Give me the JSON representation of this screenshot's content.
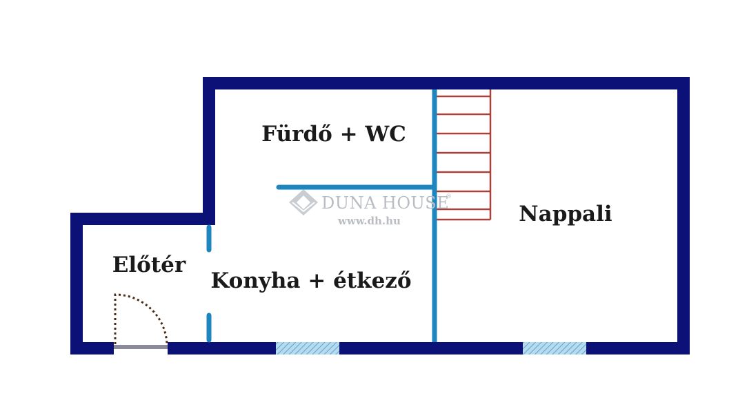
{
  "rooms": {
    "bathroom": "Fürdő + WC",
    "living_room": "Nappali",
    "hallway": "Előtér",
    "kitchen": "Konyha + étkező"
  },
  "watermark": {
    "brand": "DUNA HOUSE",
    "registered": "®",
    "url": "www.dh.hu"
  },
  "colors": {
    "outer_wall": "#0c1178",
    "inner_wall": "#1e86bf",
    "stairs": "#a8403c",
    "door": "#4a2a12",
    "window": "#8fc4e0",
    "watermark": "#b9bcc2"
  },
  "icons": {
    "watermark_logo": "diamond-logo-icon",
    "door": "door-swing-icon",
    "stairs": "staircase-icon",
    "window": "window-icon"
  }
}
